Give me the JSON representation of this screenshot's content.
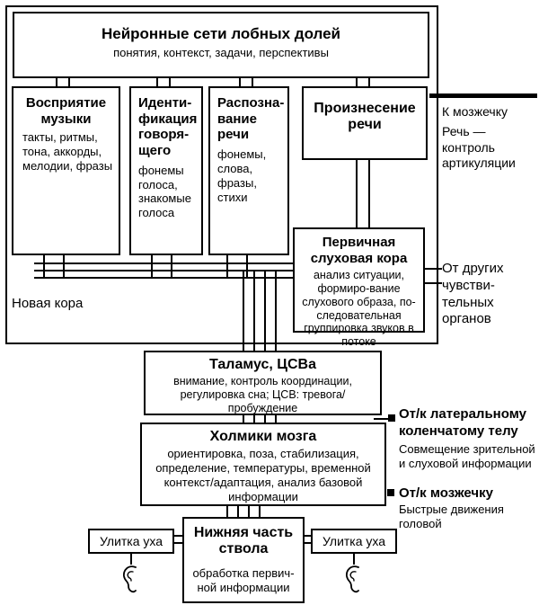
{
  "colors": {
    "line": "#000000",
    "background": "#ffffff"
  },
  "icons": {
    "left_ear": "ear-icon",
    "right_ear": "ear-icon"
  },
  "neocortex": {
    "label": "Новая кора"
  },
  "frontal": {
    "title": "Нейронные сети лобных долей",
    "subtitle": "понятия, контекст, задачи, перспективы"
  },
  "music": {
    "title": "Восприятие музыки",
    "body": "такты, ритмы, тона, аккорды, мелодии, фразы"
  },
  "speaker": {
    "title": "Иденти-фикация говоря-щего",
    "body": "фонемы голоса, знакомые голоса"
  },
  "recognition": {
    "title": "Распозна-вание речи",
    "body": "фонемы, слова, фразы, стихи"
  },
  "production": {
    "title": "Произнесение речи"
  },
  "auditory": {
    "title": "Первичная слуховая кора",
    "body": "анализ ситуации, формиро-вание слухового образа, по-следовательная группировка звуков в потоке"
  },
  "thalamus": {
    "title": "Таламус, ЦСВа",
    "body": "внимание, контроль координации, регулировка сна; ЦСВ: тревога/пробуждение"
  },
  "colliculi": {
    "title": "Холмики мозга",
    "body": "ориентировка, поза, стабилизация, определение, температуры, временной контекст/адаптация, анализ базовой информации"
  },
  "brainstem": {
    "title": "Нижняя часть ствола",
    "body": "обработка первич-ной информации"
  },
  "cochlea_left": {
    "label": "Улитка уха"
  },
  "cochlea_right": {
    "label": "Улитка уха"
  },
  "to_cerebellum": {
    "title": "К мозжечку",
    "body": "Речь — контроль артикуляции"
  },
  "other_senses": {
    "label": "От других чувстви-тельных органов"
  },
  "lateral_geniculate": {
    "title": "От/к латеральному коленчатому телу",
    "body": "Совмещение зрительной и слуховой информации"
  },
  "cerebellum_head": {
    "title": "От/к мозжечку",
    "body": "Быстрые движения головой"
  }
}
